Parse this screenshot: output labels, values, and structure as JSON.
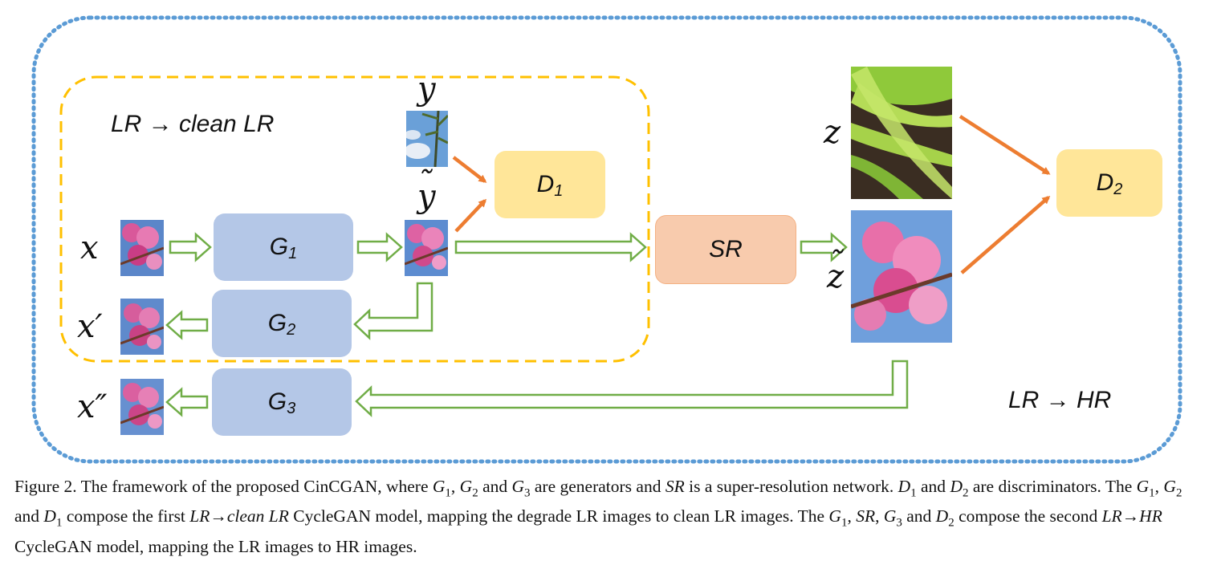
{
  "regions": {
    "outer_label": "LR → HR",
    "inner_label": "LR → clean LR"
  },
  "nodes": {
    "g1": {
      "letter": "G",
      "sub": "1"
    },
    "g2": {
      "letter": "G",
      "sub": "2"
    },
    "g3": {
      "letter": "G",
      "sub": "3"
    },
    "d1": {
      "letter": "D",
      "sub": "1"
    },
    "d2": {
      "letter": "D",
      "sub": "2"
    },
    "sr": {
      "label": "SR"
    }
  },
  "variables": {
    "x": "x",
    "x_prime": "x′",
    "x_double_prime": "x″",
    "y": "y",
    "y_tilde": "y",
    "y_tilde_mark": "˜",
    "z": "z",
    "z_tilde": "z",
    "z_tilde_mark": "˜"
  },
  "colors": {
    "generator_fill": "#b4c7e7",
    "discriminator_fill": "#ffe699",
    "sr_fill": "#f8cbad",
    "outer_border": "#5b9bd5",
    "inner_border": "#ffc000",
    "data_flow_arrow": "#70ad47",
    "adversarial_arrow": "#ed7d31"
  },
  "caption": {
    "t1": "Figure 2. The framework of the proposed CinCGAN, where ",
    "t2": ", ",
    "t3": " and ",
    "t4": " are generators and ",
    "sr": "SR",
    "t5": " is a super-resolution network. ",
    "t6": " and ",
    "t7": " are discriminators. The ",
    "t8": ", ",
    "t9": " and ",
    "t10": " compose the first ",
    "m1": "LR→clean LR",
    "t11": " CycleGAN model, mapping the degrade LR images to clean LR images. The ",
    "t12": ", ",
    "sr2": "SR",
    "t13": ", ",
    "t14": " and ",
    "t15": " compose the second ",
    "m2": "LR→HR",
    "t16": " CycleGAN model, mapping the LR images to HR images.",
    "G": "G",
    "D": "D",
    "s1": "1",
    "s2": "2",
    "s3": "3"
  }
}
